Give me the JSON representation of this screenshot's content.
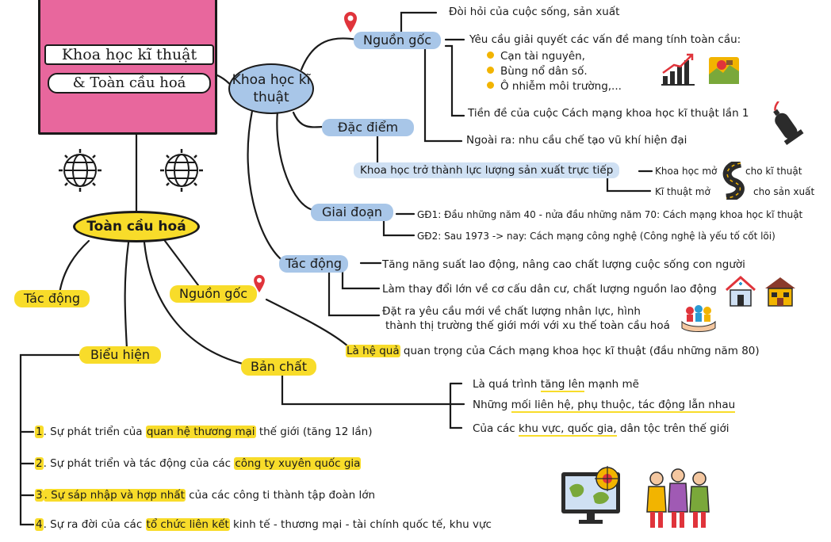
{
  "title": {
    "line1": "Khoa học kĩ thuật",
    "line2": "& Toàn cầu hoá"
  },
  "khkt": {
    "hub": "Khoa học kĩ thuật",
    "nguon_goc": {
      "label": "Nguồn gốc",
      "item1": "Đòi hỏi của cuộc sống, sản xuất",
      "item2": "Yêu cầu giải quyết các vấn đề mang tính toàn cầu:",
      "bullets": [
        "Cạn tài nguyên,",
        "Bùng nổ dân số.",
        "Ô nhiễm môi trường,..."
      ],
      "item3": "Tiền đề của cuộc Cách mạng khoa học kĩ thuật lần 1",
      "item4": "Ngoài ra: nhu cầu chế tạo vũ khí hiện đại"
    },
    "dac_diem": {
      "label": "Đặc điểm",
      "main": "Khoa học trở thành lực lượng sản xuất trực tiếp",
      "sub1a": "Khoa học mở",
      "sub1b": "cho kĩ thuật",
      "sub2a": "Kĩ thuật mở",
      "sub2b": "cho sản xuất"
    },
    "giai_doan": {
      "label": "Giai đoạn",
      "gd1": "GĐ1: Đầu những năm 40 - nửa đầu những năm 70: Cách mạng khoa học kĩ thuật",
      "gd2": "GĐ2: Sau 1973 -> nay: Cách mạng công nghệ (Công nghệ là yếu tố cốt lõi)"
    },
    "tac_dong": {
      "label": "Tác động",
      "item1": "Tăng năng suất lao động, nâng cao chất lượng cuộc sống con người",
      "item2": "Làm thay đổi lớn về cơ cấu dân cư, chất lượng nguồn lao động",
      "item3a": "Đặt ra yêu cầu mới về chất lượng nhân lực, hình",
      "item3b": "thành thị trường thế giới mới với xu thế toàn cầu hoá"
    }
  },
  "tch": {
    "hub": "Toàn cầu hoá",
    "tac_dong": "Tác động",
    "nguon_goc": {
      "label": "Nguồn gốc",
      "hl": "Là hệ quả",
      "rest": " quan trọng của Cách mạng khoa học kĩ thuật (đầu những năm 80)"
    },
    "ban_chat": {
      "label": "Bản chất",
      "i1a": "Là quá trình ",
      "i1b": "tăng lên",
      "i1c": " mạnh mẽ",
      "i2a": "Những ",
      "i2b": "mối liên hệ, phụ thuộc, tác động lẫn nhau",
      "i3a": "Của các ",
      "i3b": "khu vực, quốc gia,",
      "i3c": " dân tộc trên thế giới"
    },
    "bieu_hien": {
      "label": "Biểu hiện",
      "n1": "1",
      "n2": "2",
      "n3": "3",
      "n4": "4",
      "i1a": ". Sự phát triển của ",
      "i1b": "quan hệ thương mại",
      "i1c": " thế giới (tăng 12 lần)",
      "i2a": ". Sự phát triển và tác động của các ",
      "i2b": "công ty xuyên quốc gia",
      "i3a": ". Sự sáp nhập và hợp nhất",
      "i3b": " của các công ti thành tập đoàn lớn",
      "i4a": ". Sự ra đời của các ",
      "i4b": "tổ chức liên kết",
      "i4c": " kinh tế - thương mại - tài chính quốc tế, khu vực"
    }
  },
  "icons": [
    "location-pin-icon",
    "globe-icon",
    "growth-chart-icon",
    "pollution-icon",
    "bomb-icon",
    "road-icon",
    "house-icon",
    "people-hands-icon",
    "world-map-screen-icon",
    "group-people-icon"
  ],
  "colors": {
    "pink": "#e8679d",
    "blue": "#a8c6e8",
    "yellow": "#f8dc2a",
    "red": "#e0343b"
  }
}
